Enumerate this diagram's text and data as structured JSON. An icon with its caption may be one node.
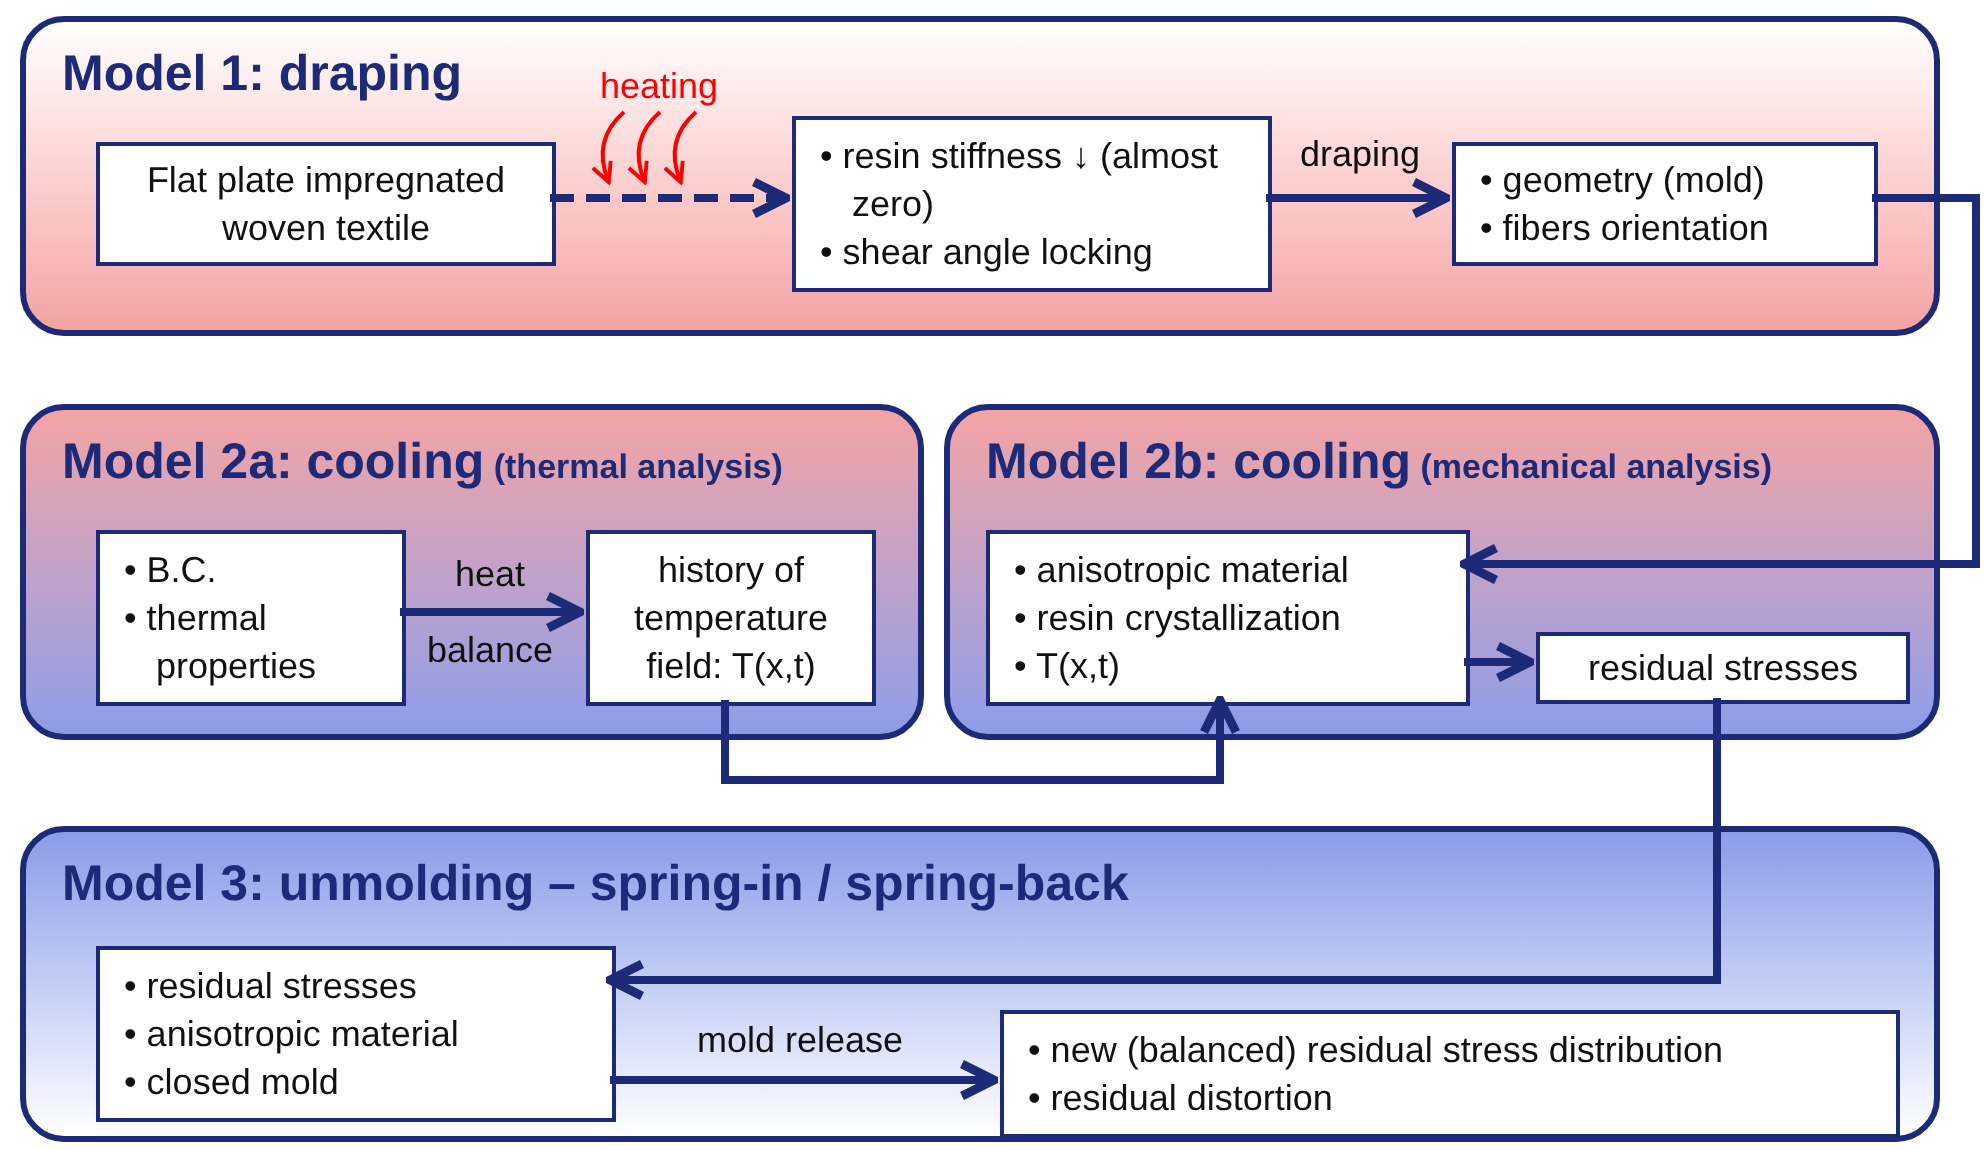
{
  "diagram": {
    "nodes": [
      {
        "text": [
          "Model 1: draping"
        ]
      },
      {
        "text": [
          "Flat plate impregnated woven textile"
        ],
        "in": 0
      },
      {
        "text": [
          "• resin stiffness ↓ (almost zero)",
          "• shear angle locking"
        ],
        "in": 0
      },
      {
        "text": [
          "• geometry (mold)",
          "• fibers orientation"
        ],
        "in": 0
      },
      {
        "text": [
          "Model 2a: cooling",
          "(thermal analysis)"
        ]
      },
      {
        "text": [
          "• B.C.",
          "• thermal properties"
        ],
        "in": 4
      },
      {
        "text": [
          "history of temperature field: T(x,t)"
        ],
        "in": 4
      },
      {
        "text": [
          "Model 2b: cooling",
          "(mechanical analysis)"
        ]
      },
      {
        "text": [
          "• anisotropic material",
          "• resin crystallization",
          "• T(x,t)"
        ],
        "in": 7
      },
      {
        "text": [
          "residual stresses"
        ],
        "in": 7
      },
      {
        "text": [
          "Model 3: unmolding – spring-in / spring-back"
        ]
      },
      {
        "text": [
          "• residual stresses",
          "• anisotropic material",
          "• closed mold"
        ],
        "in": 10
      },
      {
        "text": [
          "• new (balanced) residual stress distribution",
          "• residual distortion"
        ],
        "in": 10
      }
    ],
    "edges": [
      {
        "from": 1,
        "to": 2,
        "arrow": "to",
        "style": "dashed"
      },
      {
        "from": 2,
        "to": 3,
        "arrow": "to",
        "label": "draping"
      },
      {
        "from": 3,
        "to": 8,
        "arrow": "to"
      },
      {
        "from": 5,
        "to": 6,
        "arrow": "to",
        "label": "heat balance"
      },
      {
        "from": 6,
        "to": 8,
        "arrow": "to"
      },
      {
        "from": 8,
        "to": 9,
        "arrow": "to"
      },
      {
        "from": 9,
        "to": 11,
        "arrow": "to"
      },
      {
        "from": 11,
        "to": 12,
        "arrow": "to",
        "label": "mold release"
      }
    ],
    "labels": [
      "heating"
    ]
  }
}
